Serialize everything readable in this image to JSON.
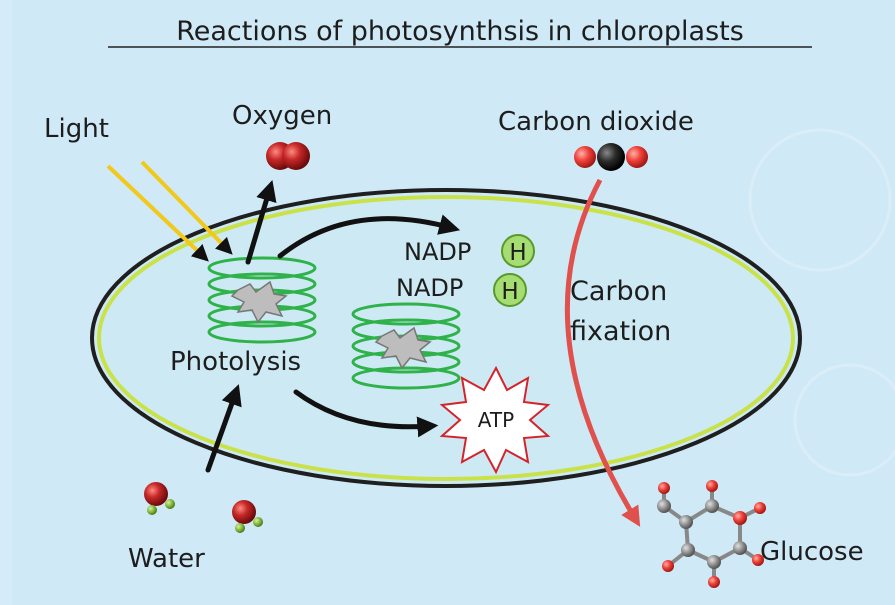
{
  "title": "Reactions of photosynthsis in chloroplasts",
  "labels": {
    "light": "Light",
    "oxygen": "Oxygen",
    "carbon_dioxide": "Carbon dioxide",
    "nadph_1_prefix": "NADP",
    "nadph_1_h": "H",
    "nadph_2_prefix": "NADP",
    "nadph_2_h": "H",
    "carbon_fixation_line1": "Carbon",
    "carbon_fixation_line2": "fixation",
    "photolysis": "Photolysis",
    "atp": "ATP",
    "water": "Water",
    "glucose": "Glucose"
  },
  "colors": {
    "background": "#cfe9f6",
    "chloroplast_outline": "#1f1f1f",
    "chloroplast_inner_rim": "#c9e24a",
    "thylakoid": "#2fb24a",
    "light_rays": "#f2c81a",
    "carbon_arrow": "#e0504c",
    "atp_text": "#e8202a",
    "oxygen_atom": "#b3191c",
    "hydrogen_atom": "#7fb53a",
    "carbon_atom": "#2a2a2a",
    "nadph_circle": "#a6dd72"
  }
}
